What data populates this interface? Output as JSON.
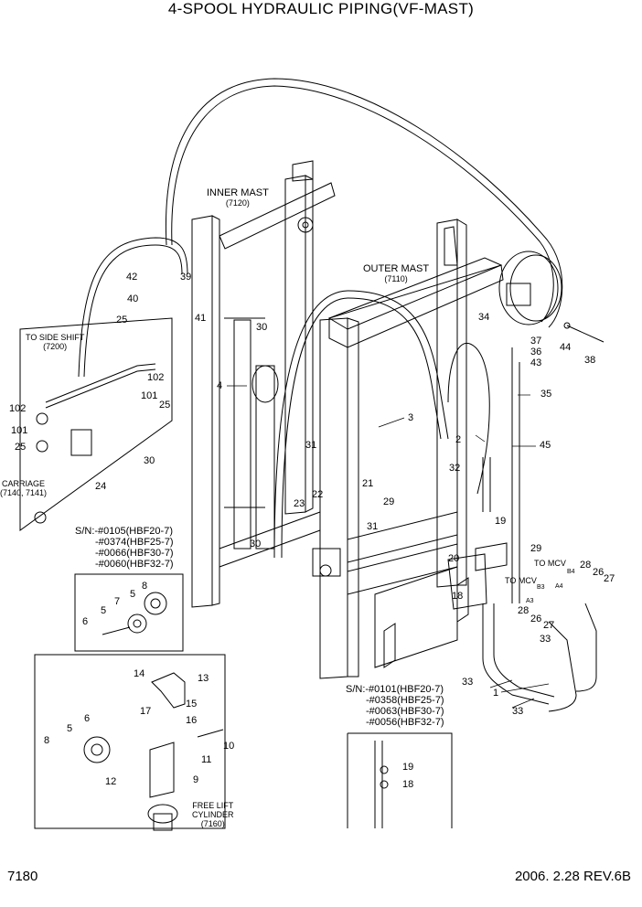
{
  "title": "4-SPOOL HYDRAULIC PIPING(VF-MAST)",
  "labels": {
    "inner_mast": "INNER MAST",
    "inner_mast_code": "(7120)",
    "outer_mast": "OUTER MAST",
    "outer_mast_code": "(7110)",
    "to_side_shift": "TO SIDE SHIFT",
    "to_side_shift_code": "(7200)",
    "carriage": "CARRIAGE",
    "carriage_code": "(7140, 7141)",
    "to_mcv_1": "TO MCV",
    "to_mcv_2": "TO MCV",
    "b4": "B4",
    "a4": "A4",
    "b3": "B3",
    "a3": "A3",
    "free_lift": "FREE LIFT",
    "cylinder": "CYLINDER",
    "cylinder_code": "(7160)"
  },
  "serial_notes_1": [
    "S/N:-#0105(HBF20-7)",
    "-#0374(HBF25-7)",
    "-#0066(HBF30-7)",
    "-#0060(HBF32-7)"
  ],
  "serial_notes_2": [
    "S/N:-#0101(HBF20-7)",
    "-#0358(HBF25-7)",
    "-#0063(HBF30-7)",
    "-#0056(HBF32-7)"
  ],
  "callouts": {
    "c42": "42",
    "c39": "39",
    "c40": "40",
    "c41": "41",
    "c25a": "25",
    "c102a": "102",
    "c102b": "102",
    "c101a": "101",
    "c25b": "25",
    "c101b": "101",
    "c25c": "25",
    "c30a": "30",
    "c4": "4",
    "c24": "24",
    "c30b": "30",
    "c31a": "31",
    "c22": "22",
    "c23": "23",
    "c21": "21",
    "c29a": "29",
    "c31b": "31",
    "c30c": "30",
    "c3": "3",
    "c2": "2",
    "c32": "32",
    "c19a": "19",
    "c20": "20",
    "c18a": "18",
    "c34": "34",
    "c37": "37",
    "c36": "36",
    "c43": "43",
    "c44": "44",
    "c38": "38",
    "c35": "35",
    "c45": "45",
    "c29b": "29",
    "c28a": "28",
    "c26a": "26",
    "c27a": "27",
    "c28b": "28",
    "c26b": "26",
    "c27b": "27",
    "c33a": "33",
    "c33b": "33",
    "c1": "1",
    "c33c": "33",
    "d8": "8",
    "d5": "5",
    "d7": "7",
    "d6": "6",
    "e14": "14",
    "e13": "13",
    "e17": "17",
    "e15": "15",
    "e16": "16",
    "e6": "6",
    "e5": "5",
    "e8": "8",
    "e10": "10",
    "e11": "11",
    "e12": "12",
    "e9": "9",
    "f19": "19",
    "f18": "18"
  },
  "footer": {
    "page_number": "7180",
    "revision": "2006. 2.28  REV.6B"
  }
}
